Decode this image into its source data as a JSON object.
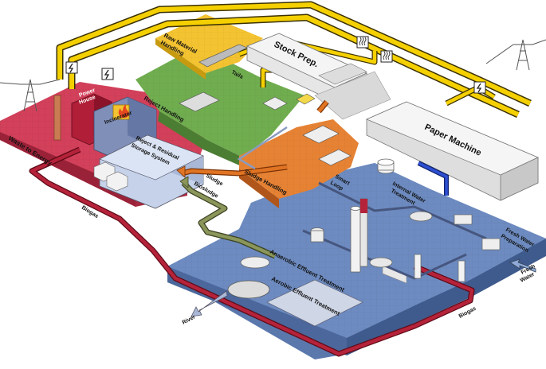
{
  "labels": {
    "raw_material_line1": "Raw Material",
    "raw_material_line2": "Handling",
    "stock_prep": "Stock Prep.",
    "tails": "Tails",
    "reject_handling": "Reject Handling",
    "power_house_line1": "Power",
    "power_house_line2": "House",
    "incinerator_line1": "Incinerator",
    "incinerator_line2": "",
    "waste_to_energy": "Waste to Energy",
    "reject_storage_line1": "Reject & Residual",
    "reject_storage_line2": "Storage System",
    "sludge": "Sludge",
    "biosludge": "Biosludge",
    "sludge_handling": "Sludge Handling",
    "paper_machine": "Paper Machine",
    "smart_loop_line1": "Smart",
    "smart_loop_line2": "Loop",
    "internal_water_line1": "Internal Water",
    "internal_water_line2": "Treatment",
    "fresh_water_prep_line1": "Fresh Water",
    "fresh_water_prep_line2": "Preparation",
    "fresh_water_line1": "Fresh",
    "fresh_water_line2": "Water",
    "anaerobic": "Anaerobic Effluent Treatment",
    "aerobic": "Aerobic Effluent Treatment",
    "biogas_left": "Biogas",
    "biogas_right": "Biogas",
    "river": "River"
  },
  "colors": {
    "yellow_zone": "#f2c230",
    "green_zone": "#6aa84f",
    "red_zone": "#c9334a",
    "orange_zone": "#e07b2a",
    "blue_zone": "#5b78ad",
    "energy_line": "#f5d000",
    "biogas_pipe": "#b5233a",
    "sludge_pipe": "#d9661c",
    "biosludge_pipe": "#7d8a4a"
  },
  "icons": [
    "power-line-tower-icon",
    "lightning-icon",
    "steam-icon",
    "flame-icon",
    "truck-icon"
  ]
}
